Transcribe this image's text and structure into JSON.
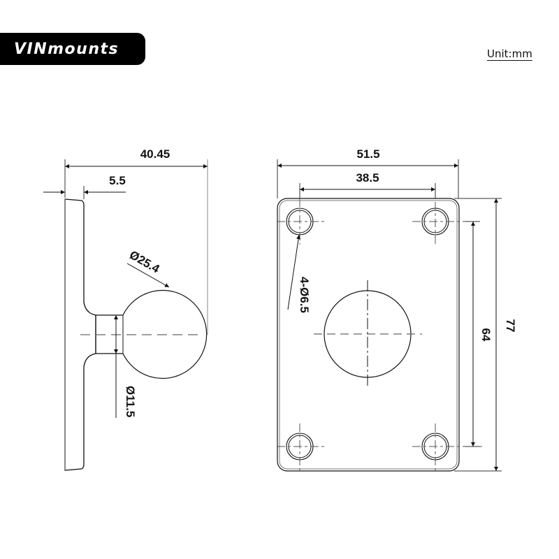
{
  "brand": {
    "logo_text": "VINmounts",
    "badge_color": "#000000"
  },
  "unit": {
    "label": "Unit:mm"
  },
  "side_view": {
    "overall_length": "40.45",
    "plate_thickness": "5.5",
    "ball_diameter": "Ø25.4",
    "neck_diameter": "Ø11.5"
  },
  "front_view": {
    "plate_width": "51.5",
    "hole_spacing_horizontal": "38.5",
    "hole_spec": "4-Ø6.5",
    "hole_spacing_vertical": "64",
    "plate_height": "77"
  },
  "colors": {
    "line": "#111111",
    "centerline": "#666666",
    "dim_line": "#333333"
  }
}
